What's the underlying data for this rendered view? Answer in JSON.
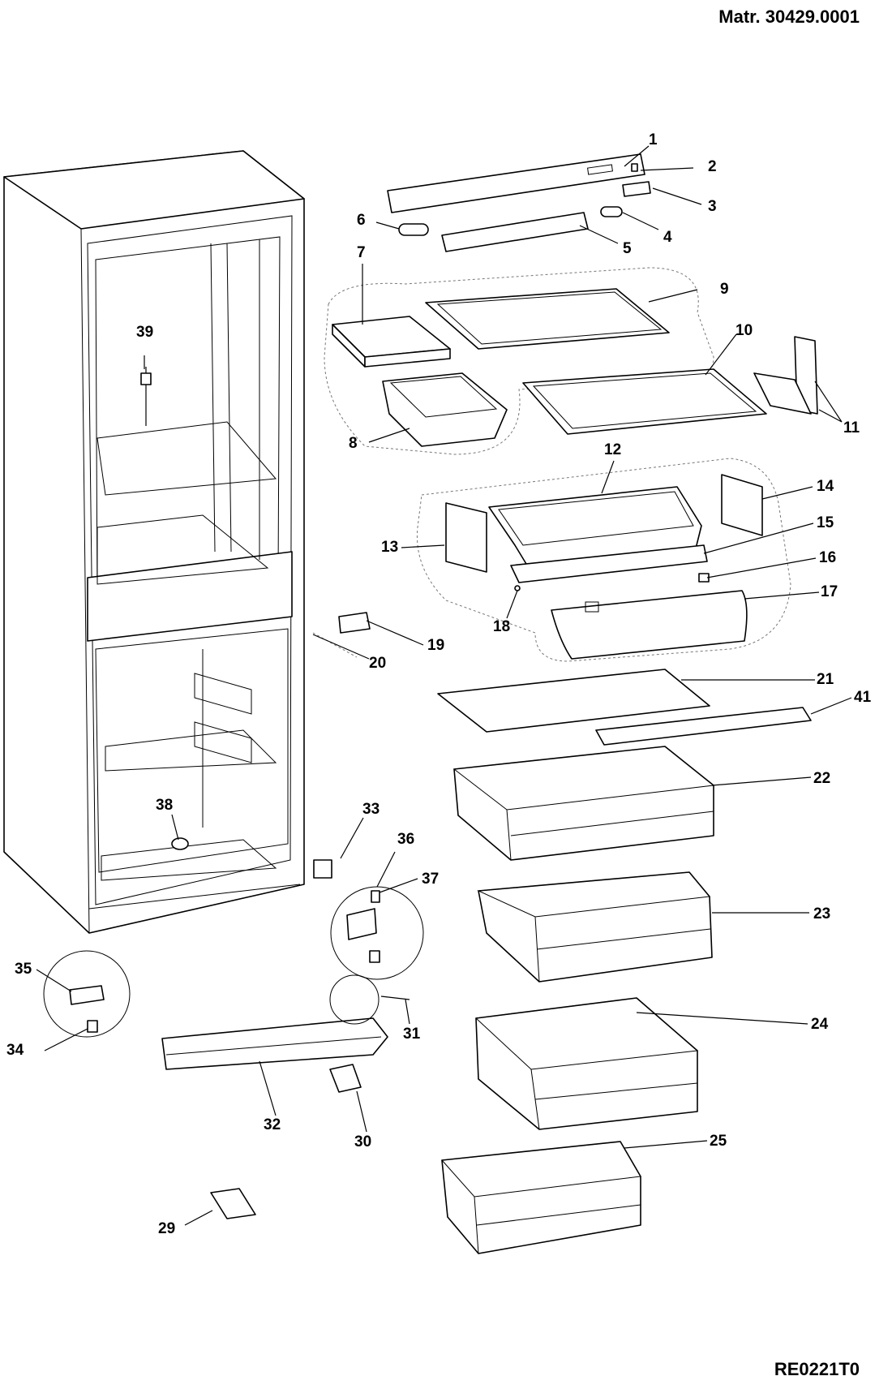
{
  "header": {
    "material_code": "Matr. 30429.0001"
  },
  "footer": {
    "reference": "RE0221T0"
  },
  "part_labels": {
    "p1": "1",
    "p2": "2",
    "p3": "3",
    "p4": "4",
    "p5": "5",
    "p6": "6",
    "p7": "7",
    "p8": "8",
    "p9": "9",
    "p10": "10",
    "p11": "11",
    "p12": "12",
    "p13": "13",
    "p14": "14",
    "p15": "15",
    "p16": "16",
    "p17": "17",
    "p18": "18",
    "p19": "19",
    "p20": "20",
    "p21": "21",
    "p22": "22",
    "p23": "23",
    "p24": "24",
    "p25": "25",
    "p29": "29",
    "p30": "30",
    "p31": "31",
    "p32": "32",
    "p33": "33",
    "p34": "34",
    "p35": "35",
    "p36": "36",
    "p37": "37",
    "p38": "38",
    "p39": "39",
    "p41": "41"
  }
}
